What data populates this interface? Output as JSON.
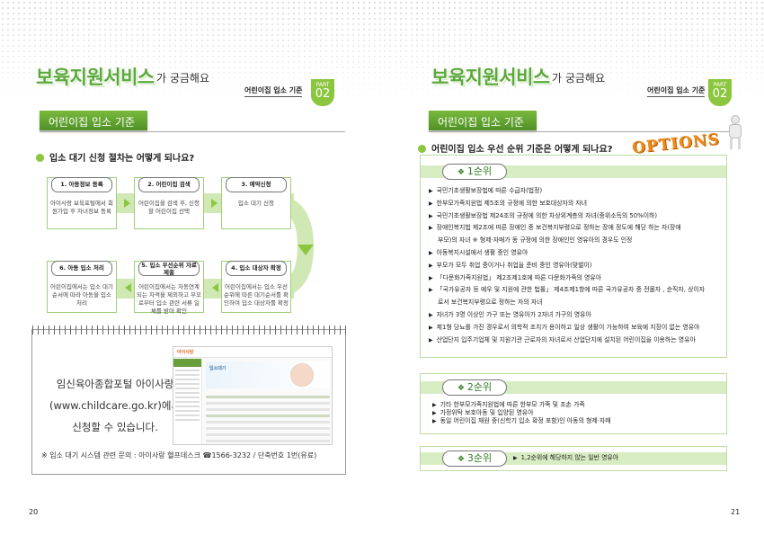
{
  "left": {
    "brand": "보육지원서비스",
    "brand_suffix": "가 궁금해요",
    "part_label": "어린이집 입소 기준",
    "part_word": "PART",
    "part_num": "02",
    "banner": "어린이집 입소 기준",
    "question": "입소 대기 신청 절차는 어떻게 되나요?",
    "steps": [
      {
        "title": "1. 아동정보 등록",
        "desc": "아이사랑 보육포털에서 회원가입 후 자녀정보 등록"
      },
      {
        "title": "2. 어린이집 검색",
        "desc": "어린이집을 검색 후, 신청할 어린이집 선택"
      },
      {
        "title": "3. 예약신청",
        "desc": "입소 대기 신청"
      },
      {
        "title": "4. 입소 대상자 확정",
        "desc": "어린이집에서는 입소 우선순위에 따른 대기순서를 확인하여 입소 대상자를 확정"
      },
      {
        "title": "5. 입소 우선순위 자료 제출",
        "desc": "어린이집에서는 자동연계되는 자격을 제외하고 부모로부터 입소 관련 서류 일체를 받아 확인"
      },
      {
        "title": "6. 아동 입소 처리",
        "desc": "어린이집에서는 입소 대기 순서에 따라 아동을 입소 처리"
      }
    ],
    "portal_lines": [
      "임신육아종합포털 아이사랑",
      "(www.childcare.go.kr)에서",
      "신청할 수 있습니다."
    ],
    "footnote": "※ 입소 대기 시스템 관련 문의 : 아이사랑 헬프데스크 ☎1566-3232 / 단축번호 1번(유료)",
    "page_number": "20",
    "screenshot": {
      "logo": "아이사랑",
      "hero": "입소대기"
    }
  },
  "right": {
    "brand": "보육지원서비스",
    "brand_suffix": "가 궁금해요",
    "part_label": "어린이집 입소 기준",
    "part_word": "PART",
    "part_num": "02",
    "banner": "어린이집 입소 기준",
    "question": "어린이집 입소 우선 순위 기준은 어떻게 되나요?",
    "options_word": "OPTIONS",
    "rank1": {
      "label": "1순위",
      "items": [
        "국민기초생활보장법에 따른 수급자(법정)",
        "한부모가족지원법 제5조의 규정에 의한 보호대상자의 자녀",
        "국민기초생활보장법 제24조의 규정에 의한 차상위계층의 자녀(중위소득의 50%이하)",
        "장애인복지법 제2조에 따른 장애인 중 보건복지부령으로 정하는 장애 정도에 해당 하는 자(장애",
        "부모)의 자녀   ※ 형제·자매가 동 규정에 의한 장애인인 영유아의 경우도 인정",
        "아동복지시설에서 생활 중인 영유아",
        "부모가 모두 취업 중이거나 취업을 준비 중인 영유아(맞벌이)",
        "「다문화가족지원법」 제2조제1호에 따른 다문화가족의 영유아",
        "「국가유공자 등 예우 및 지원에 관한 법률」 제4조제1항에 따른 국가유공자 중 전몰자 , 순직자, 상이자",
        "로서 보건복지부령으로 정하는 자의 자녀",
        "자녀가 3명 이상인 가구 또는 영유아가 2자녀 가구의 영유아",
        "제1형 당뇨를 가진 경우로서 의학적 조치가 용이하고 일상 생활이 가능하여 보육에 지장이 없는 영유아",
        "산업단지 입주기업체 및 지원기관 근로자의 자녀로서 산업단지에 설치된 어린이집을 이용하는 영유아"
      ]
    },
    "rank2": {
      "label": "2순위",
      "items": [
        "기타 한부모가족지원법에 따른 한부모 가족 및 조손 가족",
        "가정위탁 보호아동 및 입양된 영유아",
        "동일 어린이집 재원 중(신학기 입소 확정 포함)인 아동의 형제·자매"
      ]
    },
    "rank3": {
      "label": "3순위",
      "items": [
        "1,2순위에 해당하지 않는 일반 영유아"
      ]
    },
    "page_number": "21"
  },
  "icons": {
    "bullet": "circle-bullet-icon",
    "arrow": "triangle-right-icon",
    "clover": "clover-icon"
  },
  "colors": {
    "green": "#5aa83b",
    "lightgreen": "#8cc63f",
    "orange": "#f08a1c"
  }
}
